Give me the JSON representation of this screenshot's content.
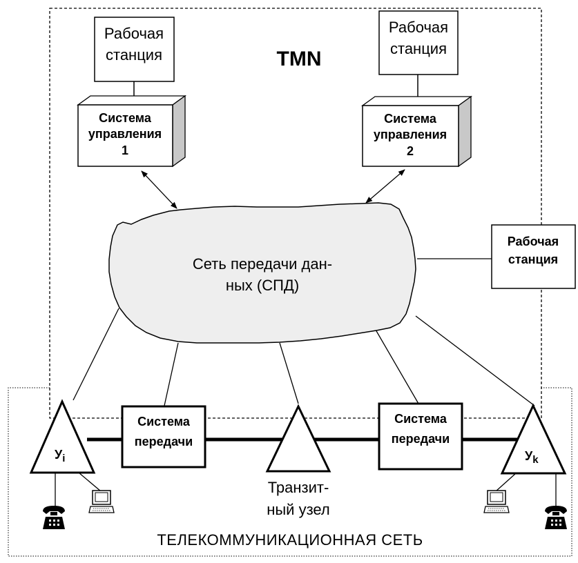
{
  "tmn": {
    "title": "TMN",
    "workstation_left": {
      "line1": "Рабочая",
      "line2": "станция"
    },
    "workstation_right": {
      "line1": "Рабочая",
      "line2": "станция"
    },
    "workstation_side": {
      "line1": "Рабочая",
      "line2": "станция"
    },
    "mgmt_system_1": {
      "line1": "Система",
      "line2": "управления",
      "line3": "1"
    },
    "mgmt_system_2": {
      "line1": "Система",
      "line2": "управления",
      "line3": "2"
    },
    "data_network": {
      "line1": "Сеть передачи дан-",
      "line2": "ных (СПД)"
    }
  },
  "telecom": {
    "label": "ТЕЛЕКОММУНИКАЦИОННАЯ СЕТЬ",
    "node_i": {
      "letter": "У",
      "sub": "i"
    },
    "node_k": {
      "letter": "У",
      "sub": "k"
    },
    "transmission_left": {
      "line1": "Система",
      "line2": "передачи"
    },
    "transmission_right": {
      "line1": "Система",
      "line2": "передачи"
    },
    "transit": {
      "line1": "Транзит-",
      "line2": "ный узел"
    }
  }
}
